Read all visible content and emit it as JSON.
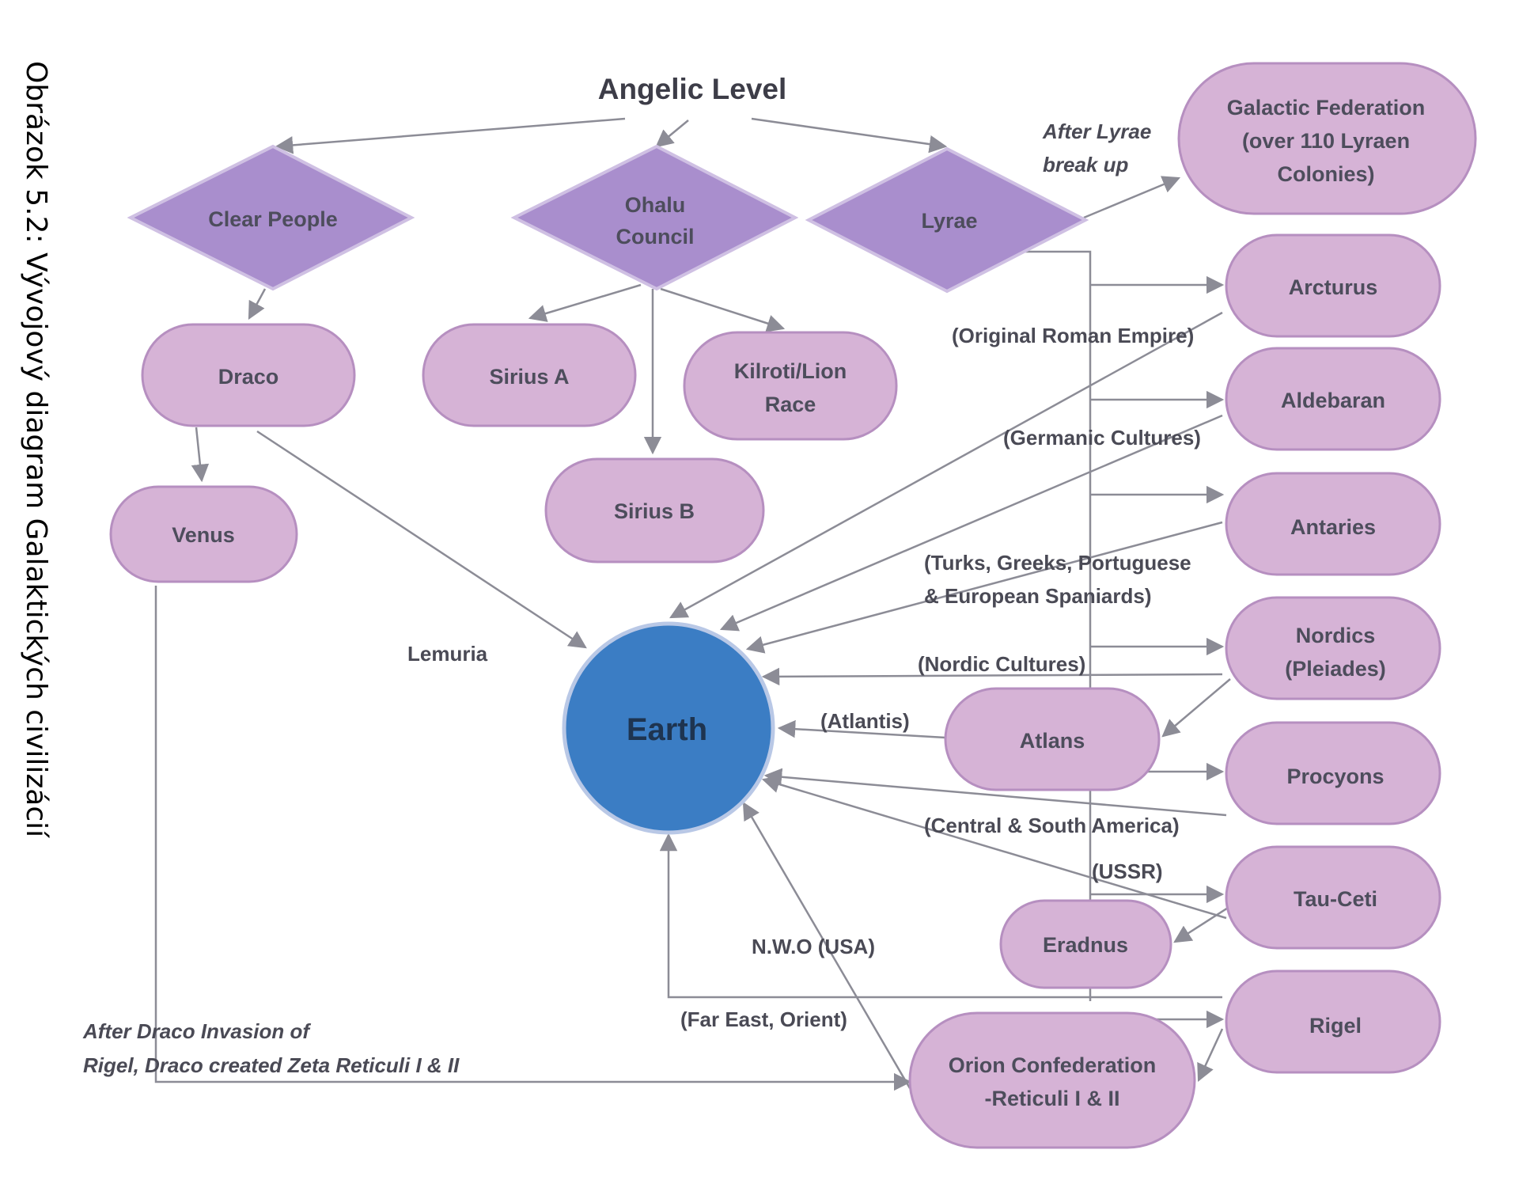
{
  "caption": "Obrázok 5.2: Vývojový diagram Galaktických civilizácií",
  "colors": {
    "node_fill": "#d6b3d6",
    "node_stroke": "#b68fc0",
    "diamond_fill": "#a98ecd",
    "earth_fill": "#3b7dc4",
    "edge": "#8c8c96"
  },
  "diagram": {
    "title": "Angelic Level",
    "diamonds": {
      "clear_people": "Clear People",
      "ohalu_1": "Ohalu",
      "ohalu_2": "Council",
      "lyrae": "Lyrae"
    },
    "nodes": {
      "galactic_1": "Galactic Federation",
      "galactic_2": "(over 110 Lyraen",
      "galactic_3": "Colonies)",
      "arcturus": "Arcturus",
      "aldebaran": "Aldebaran",
      "antaries": "Antaries",
      "nordics_1": "Nordics",
      "nordics_2": "(Pleiades)",
      "procyons": "Procyons",
      "tau_ceti": "Tau-Ceti",
      "rigel": "Rigel",
      "draco": "Draco",
      "sirius_a": "Sirius A",
      "kilroti_1": "Kilroti/Lion",
      "kilroti_2": "Race",
      "sirius_b": "Sirius B",
      "venus": "Venus",
      "earth": "Earth",
      "atlans": "Atlans",
      "eradnus": "Eradnus",
      "orion_1": "Orion Confederation",
      "orion_2": "-Reticuli I & II"
    },
    "labels": {
      "after_lyrae_1": "After Lyrae",
      "after_lyrae_2": "break up",
      "roman": "(Original Roman Empire)",
      "germanic": "(Germanic Cultures)",
      "turks_1": "(Turks, Greeks, Portuguese",
      "turks_2": "& European Spaniards)",
      "nordic_cultures": "(Nordic Cultures)",
      "atlantis": "(Atlantis)",
      "lemuria": "Lemuria",
      "central_america": "(Central & South America)",
      "ussr": "(USSR)",
      "nwo": "N.W.O (USA)",
      "far_east": "(Far East, Orient)",
      "draco_invasion_1": "After Draco Invasion of",
      "draco_invasion_2": "Rigel, Draco created Zeta Reticuli I & II"
    }
  }
}
